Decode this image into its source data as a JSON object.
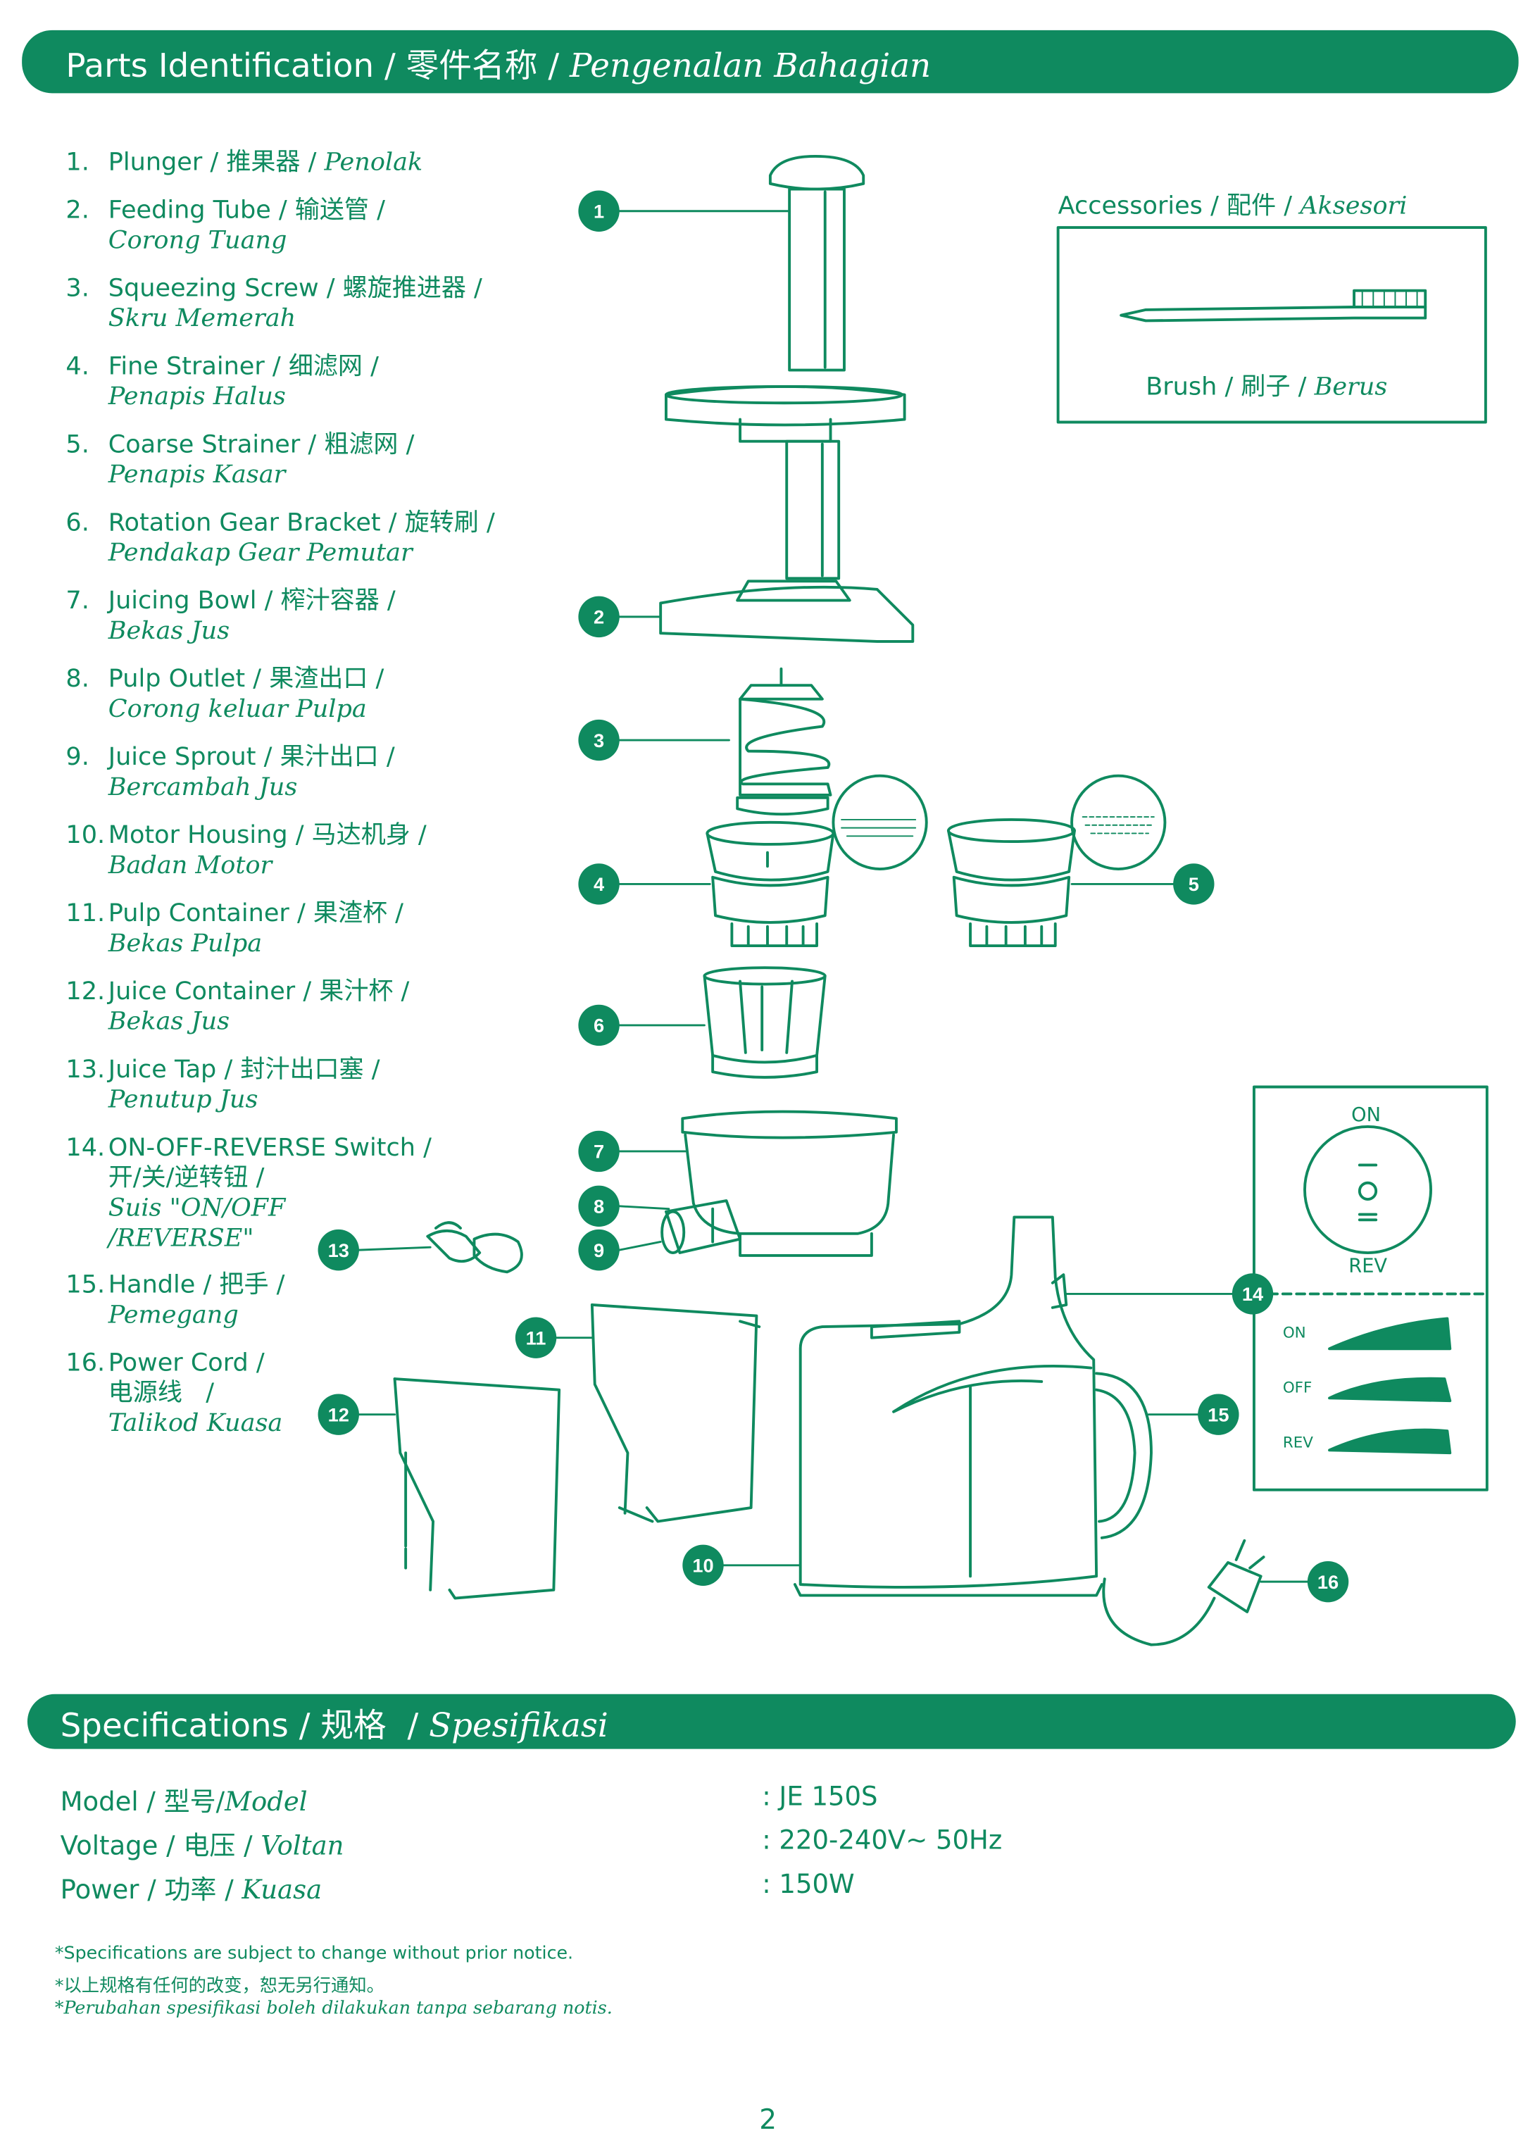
{
  "header": {
    "title_en": "Parts Identification",
    "title_zh": "零件名称",
    "title_ms": "Pengenalan Bahagian",
    "sep": "/"
  },
  "parts": [
    {
      "num": "1.",
      "en": "Plunger",
      "zh": "推果器",
      "ms": "Penolak"
    },
    {
      "num": "2.",
      "en": "Feeding Tube",
      "zh": "输送管",
      "ms": "Corong Tuang"
    },
    {
      "num": "3.",
      "en": "Squeezing Screw",
      "zh": "螺旋推进器",
      "ms": "Skru Memerah"
    },
    {
      "num": "4.",
      "en": "Fine Strainer",
      "zh": "细滤网",
      "ms": "Penapis Halus"
    },
    {
      "num": "5.",
      "en": "Coarse Strainer",
      "zh": "粗滤网",
      "ms": "Penapis Kasar"
    },
    {
      "num": "6.",
      "en": "Rotation Gear Bracket",
      "zh": "旋转刷",
      "ms": "Pendakap Gear Pemutar"
    },
    {
      "num": "7.",
      "en": "Juicing Bowl",
      "zh": "榨汁容器",
      "ms": "Bekas Jus"
    },
    {
      "num": "8.",
      "en": "Pulp Outlet",
      "zh": "果渣出口",
      "ms": "Corong keluar Pulpa"
    },
    {
      "num": "9.",
      "en": "Juice Sprout",
      "zh": "果汁出口",
      "ms": "Bercambah Jus"
    },
    {
      "num": "10.",
      "en": "Motor Housing",
      "zh": "马达机身",
      "ms": "Badan Motor"
    },
    {
      "num": "11.",
      "en": "Pulp Container",
      "zh": "果渣杯",
      "ms": "Bekas Pulpa"
    },
    {
      "num": "12.",
      "en": "Juice Container",
      "zh": "果汁杯",
      "ms": "Bekas Jus"
    },
    {
      "num": "13.",
      "en": "Juice Tap",
      "zh": "封汁出口塞",
      "ms": "Penutup Jus"
    },
    {
      "num": "14.",
      "en": "ON-OFF-REVERSE Switch /",
      "zh": "开/关/逆转钮 /",
      "ms": "Suis \"ON/OFF",
      "ms2": "/REVERSE\""
    },
    {
      "num": "15.",
      "en": "Handle",
      "zh": "把手",
      "ms": "Pemegang"
    },
    {
      "num": "16.",
      "en": "Power Cord /",
      "zh": "电源线   /",
      "ms": "Talikod Kuasa"
    }
  ],
  "accessories": {
    "title_en": "Accessories",
    "title_zh": "配件",
    "title_ms": "Aksesori",
    "brush_en": "Brush",
    "brush_zh": "刷子",
    "brush_ms": "Berus"
  },
  "switch_panel": {
    "top_label": "ON",
    "bottom_label": "REV",
    "rows": [
      "ON",
      "OFF",
      "REV"
    ]
  },
  "callouts": [
    "1",
    "2",
    "3",
    "4",
    "5",
    "6",
    "7",
    "8",
    "9",
    "10",
    "11",
    "12",
    "13",
    "14",
    "15",
    "16"
  ],
  "specs_header": {
    "title_en": "Specifications",
    "title_zh": "规格",
    "title_ms": "Spesifikasi"
  },
  "specs": [
    {
      "label_en": "Model",
      "label_zh": "型号",
      "label_ms": "Model",
      "value": ": JE 150S"
    },
    {
      "label_en": "Voltage",
      "label_zh": "电压",
      "label_ms": "Voltan",
      "value": ": 220-240V~ 50Hz"
    },
    {
      "label_en": "Power",
      "label_zh": "功率",
      "label_ms": "Kuasa",
      "value": ": 150W"
    }
  ],
  "notes": {
    "en": "*Specifications are subject to change without prior notice.",
    "zh": "*以上规格有任何的改变，恕无另行通知。",
    "ms": "*Perubahan spesifikasi boleh dilakukan tanpa sebarang notis."
  },
  "page_number": "2",
  "colors": {
    "brand": "#0f8a5f",
    "background": "#ffffff"
  }
}
